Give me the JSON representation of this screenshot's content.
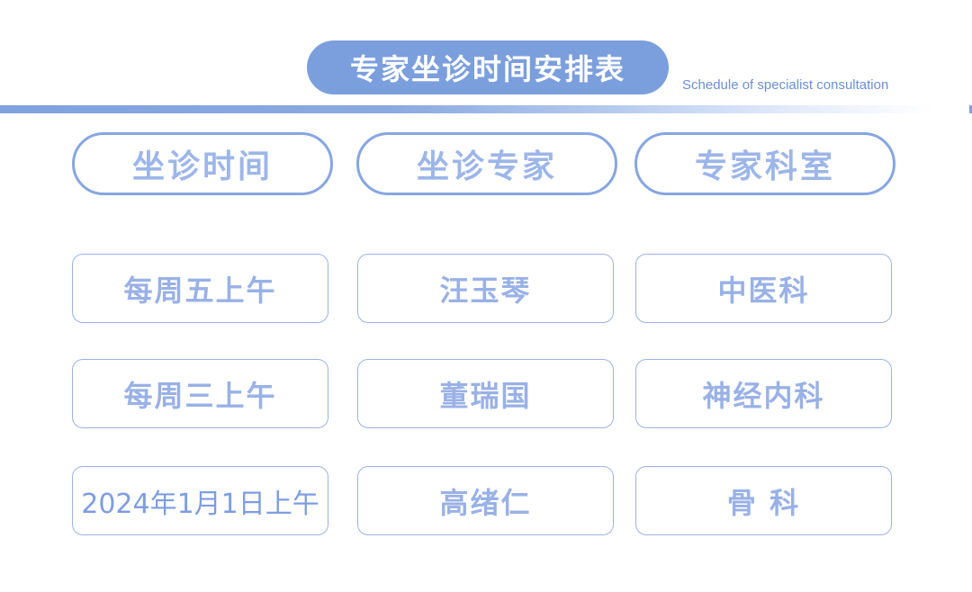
{
  "title": "专家坐诊时间安排表",
  "subtitle": "Schedule of specialist consultation",
  "headers": {
    "time": "坐诊时间",
    "expert": "坐诊专家",
    "department": "专家科室"
  },
  "rows": [
    {
      "time": "每周五上午",
      "expert": "汪玉琴",
      "department": "中医科"
    },
    {
      "time": "每周三上午",
      "expert": "董瑞国",
      "department": "神经内科"
    },
    {
      "time": "2024年1月1日上午",
      "expert": "高绪仁",
      "department": "骨 科"
    }
  ],
  "colors": {
    "accent": "#7b9fdd",
    "text": "#99b1e6",
    "border": "#9ab3e6"
  }
}
